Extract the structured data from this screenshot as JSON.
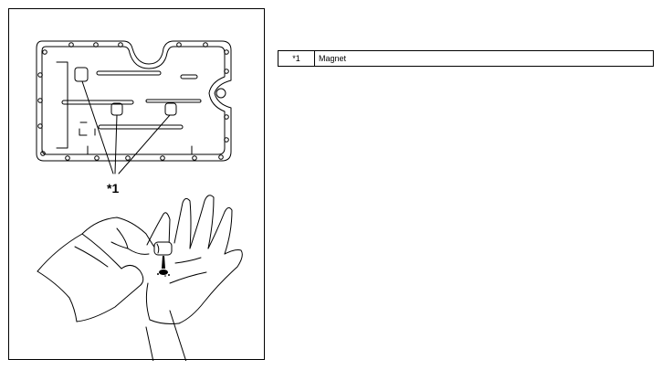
{
  "figure": {
    "callout": "*1"
  },
  "legend": {
    "rows": [
      {
        "code": "*1",
        "description": "Magnet"
      }
    ]
  }
}
